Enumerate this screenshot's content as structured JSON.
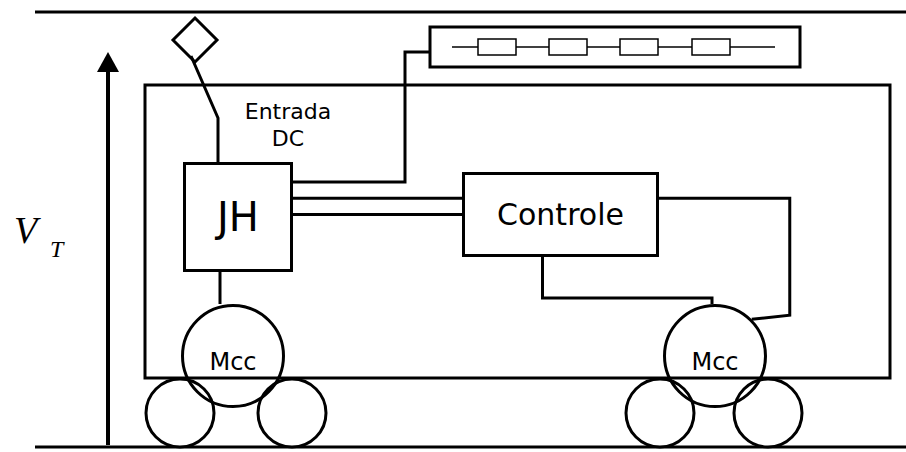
{
  "diagram": {
    "nodes": [
      {
        "text": [
          "JH"
        ]
      },
      {
        "text": [
          "Controle"
        ]
      },
      {
        "text": [
          "Mcc"
        ]
      },
      {
        "text": [
          "Mcc"
        ]
      }
    ],
    "edges": [
      {
        "from": 0,
        "to": 1,
        "arrow": "none"
      },
      {
        "from": 1,
        "to": 3,
        "arrow": "none"
      },
      {
        "from": 0,
        "to": 2,
        "arrow": "none"
      },
      {
        "from": 0,
        "to": 3,
        "arrow": "none"
      }
    ],
    "labels": [
      "Entrada DC",
      "V",
      "T"
    ]
  }
}
